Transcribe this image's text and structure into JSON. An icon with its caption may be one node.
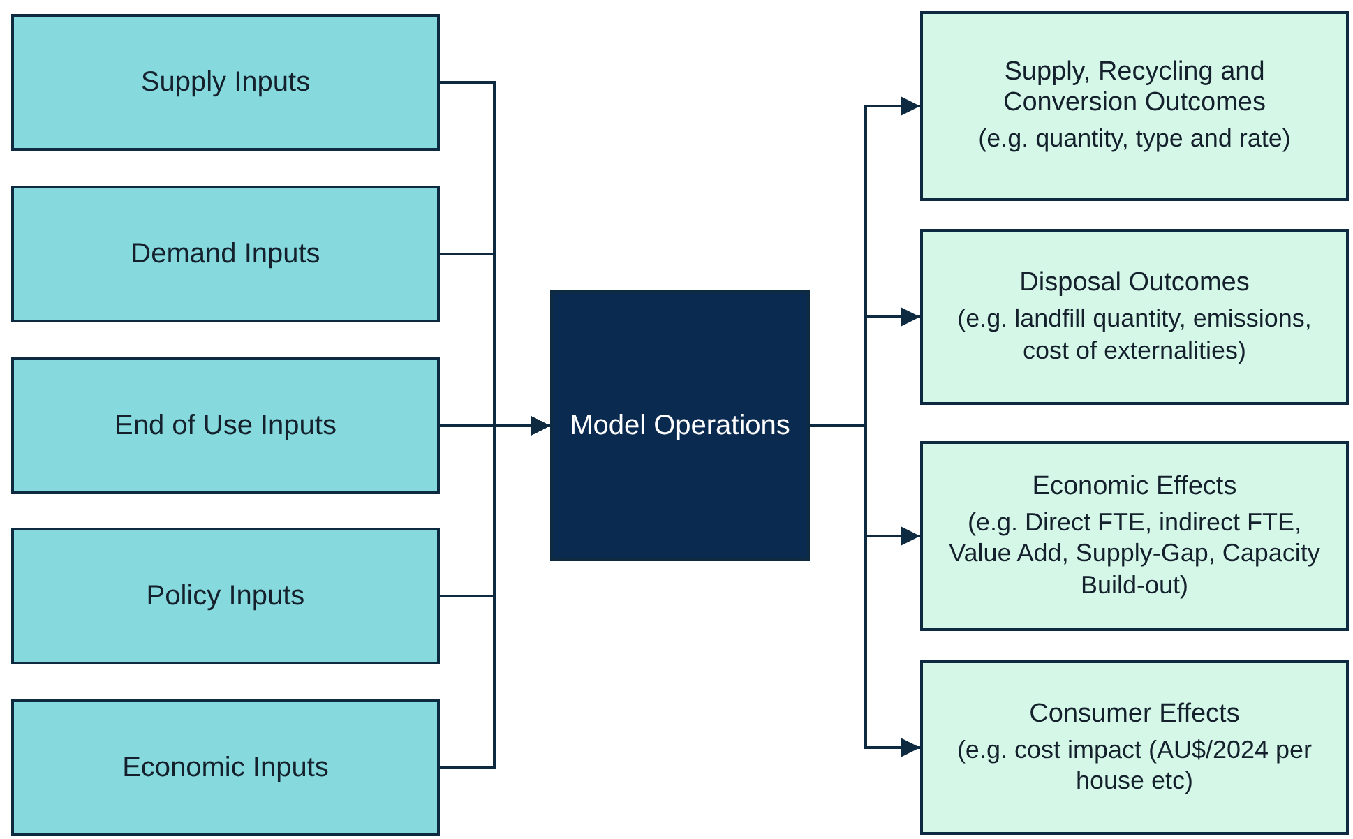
{
  "diagram": {
    "nodes": [
      {
        "text": [
          "Supply Inputs"
        ]
      },
      {
        "text": [
          "Demand Inputs"
        ]
      },
      {
        "text": [
          "End of Use Inputs"
        ]
      },
      {
        "text": [
          "Policy Inputs"
        ]
      },
      {
        "text": [
          "Economic Inputs"
        ]
      },
      {
        "text": [
          "Model Operations"
        ]
      },
      {
        "text": [
          "Supply, Recycling and Conversion Outcomes",
          "(e.g. quantity, type and rate)"
        ]
      },
      {
        "text": [
          "Disposal Outcomes",
          "(e.g. landfill quantity, emissions, cost of externalities)"
        ]
      },
      {
        "text": [
          "Economic Effects",
          "(e.g. Direct FTE, indirect FTE, Value Add, Supply-Gap, Capacity Build-out)"
        ]
      },
      {
        "text": [
          "Consumer Effects",
          "(e.g. cost impact (AU$/2024 per house etc)"
        ]
      }
    ],
    "edges": [
      {
        "from": 0,
        "to": 5,
        "arrow": "to"
      },
      {
        "from": 1,
        "to": 5,
        "arrow": "to"
      },
      {
        "from": 2,
        "to": 5,
        "arrow": "to"
      },
      {
        "from": 3,
        "to": 5,
        "arrow": "to"
      },
      {
        "from": 4,
        "to": 5,
        "arrow": "to"
      },
      {
        "from": 5,
        "to": 6,
        "arrow": "to"
      },
      {
        "from": 5,
        "to": 7,
        "arrow": "to"
      },
      {
        "from": 5,
        "to": 8,
        "arrow": "to"
      },
      {
        "from": 5,
        "to": 9,
        "arrow": "to"
      }
    ]
  }
}
